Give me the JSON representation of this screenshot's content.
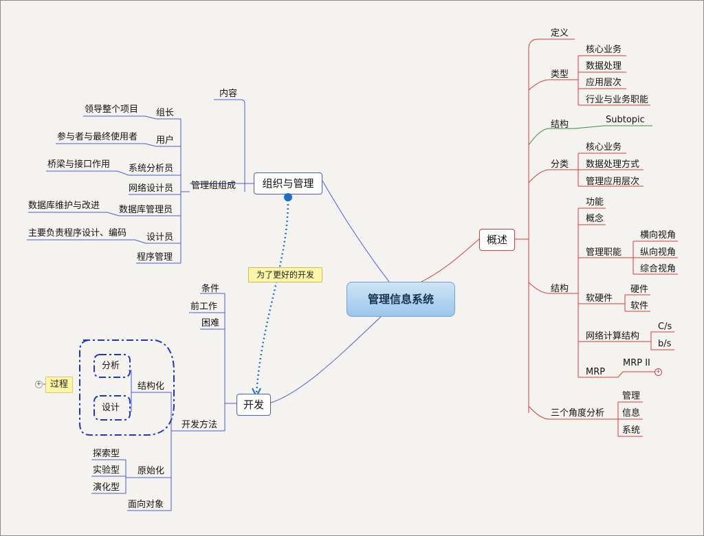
{
  "central": "管理信息系统",
  "left": {
    "org": {
      "label": "组织与管理",
      "content": "内容",
      "group_label": "管理组组成",
      "roles": [
        {
          "role": "组长",
          "desc": "领导整个项目"
        },
        {
          "role": "用户",
          "desc": "参与者与最终使用者"
        },
        {
          "role": "系统分析员",
          "desc": "桥梁与接口作用"
        },
        {
          "role": "网络设计员",
          "desc": ""
        },
        {
          "role": "数据库管理员",
          "desc": "数据库维护与改进"
        },
        {
          "role": "设计员",
          "desc": "主要负责程序设计、编码"
        },
        {
          "role": "程序管理",
          "desc": ""
        }
      ]
    },
    "dev": {
      "label": "开发",
      "items": [
        "条件",
        "前工作",
        "困难"
      ],
      "method": "开发方法",
      "structured": "结构化",
      "structured_children": [
        "分析",
        "设计"
      ],
      "process": "过程",
      "prototype": "原始化",
      "prototype_children": [
        "探索型",
        "实验型",
        "演化型"
      ],
      "oo": "面向对象"
    },
    "relation_note": "为了更好的开发"
  },
  "right": {
    "overview": "概述",
    "definition": "定义",
    "type": {
      "label": "类型",
      "children": [
        "核心业务",
        "数据处理",
        "应用层次",
        "行业与业务职能"
      ]
    },
    "struct1": {
      "label": "结构",
      "child": "Subtopic"
    },
    "classify": {
      "label": "分类",
      "children": [
        "核心业务",
        "数据处理方式",
        "管理应用层次"
      ]
    },
    "struct2": {
      "label": "结构",
      "function": "功能",
      "concept": "概念",
      "mgmt": {
        "label": "管理职能",
        "children": [
          "横向视角",
          "纵向视角",
          "综合视角"
        ]
      },
      "hw": {
        "label": "软硬件",
        "children": [
          "硬件",
          "软件"
        ]
      },
      "net": {
        "label": "网络计算结构",
        "children": [
          "C/s",
          "b/s"
        ]
      },
      "mrp": {
        "label": "MRP",
        "child": "MRP II"
      }
    },
    "angles": {
      "label": "三个角度分析",
      "children": [
        "管理",
        "信息",
        "系统"
      ]
    }
  },
  "colors": {
    "left_line": "#4a5bd6",
    "right_line": "#d93b3b",
    "green_line": "#3c8c3c",
    "relation": "#1e6fc9"
  }
}
